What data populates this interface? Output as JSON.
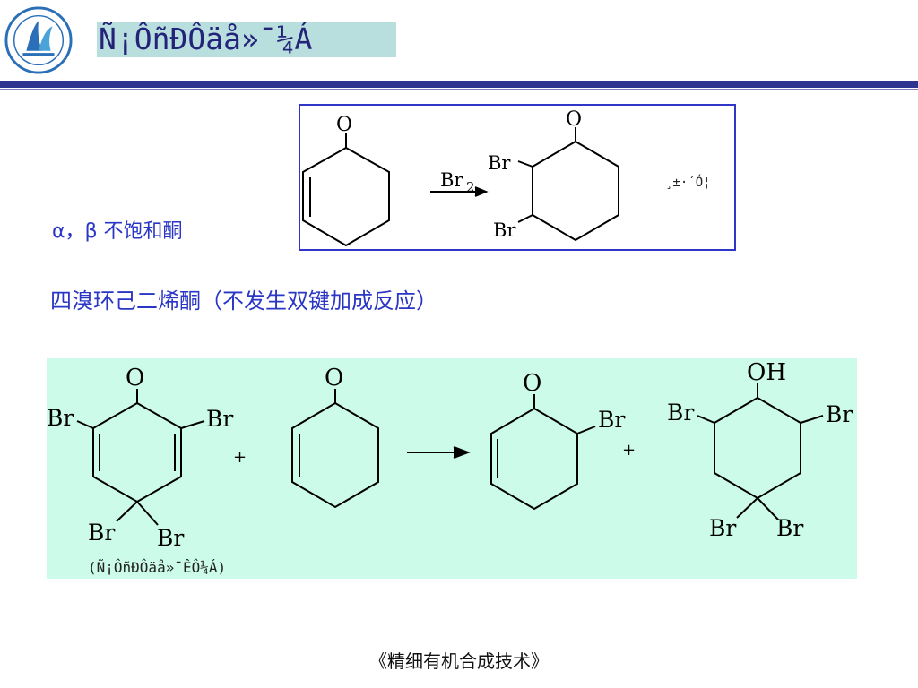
{
  "header": {
    "title": "Ñ¡ÔñÐÔäå»¯¼Á"
  },
  "labels": {
    "alpha_beta": "α，β 不饱和酮",
    "four_bromo": "四溴环己二烯酮（不发生双键加成反应）"
  },
  "reaction1": {
    "reactant_o": "O",
    "reagent": "Br",
    "reagent_sub": "2",
    "product_o": "O",
    "product_br_top": "Br",
    "product_br_bottom": "Br",
    "note": "¸±·´Ó¦"
  },
  "reaction2": {
    "r1_o": "O",
    "r1_br_left": "Br",
    "r1_br_right": "Br",
    "r1_br_bottom1": "Br",
    "r1_br_bottom2": "Br",
    "plus1": "+",
    "r2_o": "O",
    "p1_o": "O",
    "p1_br": "Br",
    "plus2": "+",
    "p2_oh": "OH",
    "p2_br_left": "Br",
    "p2_br_right": "Br",
    "p2_br_bottom1": "Br",
    "p2_br_bottom2": "Br",
    "note": "(Ñ¡ÔñÐÔäå»¯ÊÔ¼Á)"
  },
  "footer": {
    "text": "《精细有机合成技术》"
  },
  "colors": {
    "header_bar": "#2d3390",
    "title_bg": "#b9dede",
    "label_text": "#2a36c4",
    "box1_border": "#2f36c9",
    "box2_bg": "#ccfbe9"
  },
  "icons": {
    "logo": "school-logo"
  }
}
